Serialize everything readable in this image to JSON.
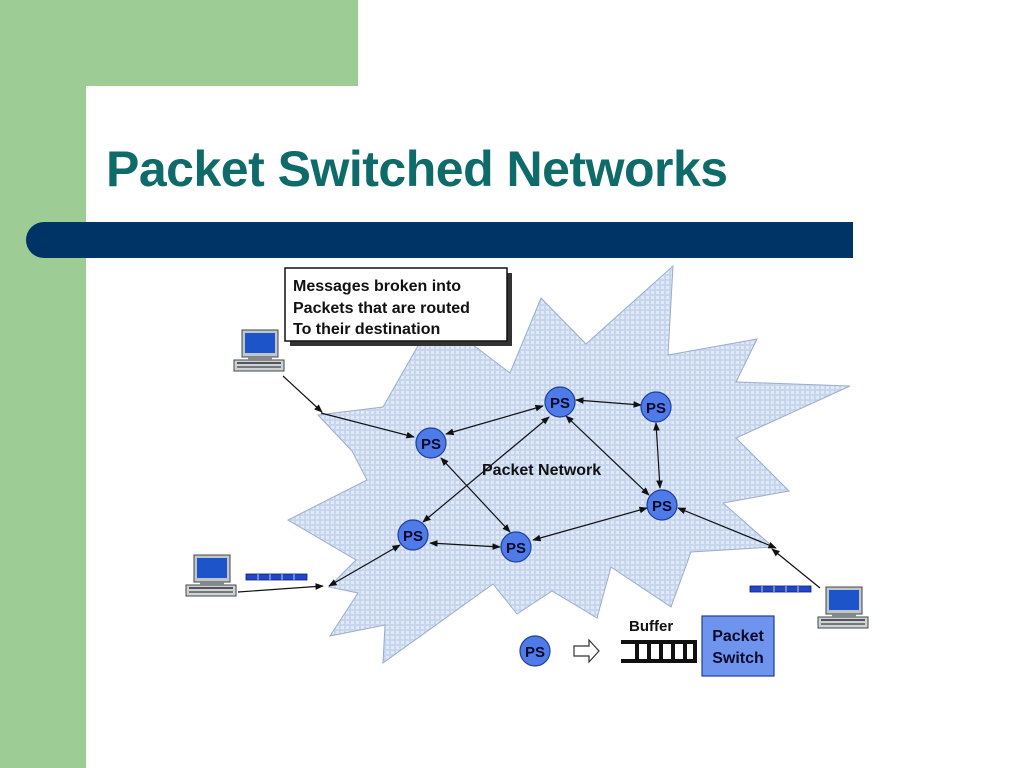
{
  "slide": {
    "title": "Packet Switched Networks",
    "colors": {
      "title": "#0f6a6a",
      "title_bar": "#003466",
      "side_band": "#9dcc95",
      "cloud_fill": "#dbe6f6",
      "switch_node": "#4f7be8",
      "packet_switch_box": "#6f94ee"
    }
  },
  "diagram": {
    "callout_lines": [
      "Messages broken into",
      "Packets that are routed",
      "To their destination"
    ],
    "network_label": "Packet Network",
    "switch_label": "PS",
    "legend": {
      "node_label": "PS",
      "buffer_label": "Buffer",
      "packet_switch_lines": [
        "Packet",
        "Switch"
      ]
    },
    "icons": [
      "computer-icon",
      "arrow-right-icon",
      "packet-queue-icon",
      "buffer-icon"
    ]
  }
}
